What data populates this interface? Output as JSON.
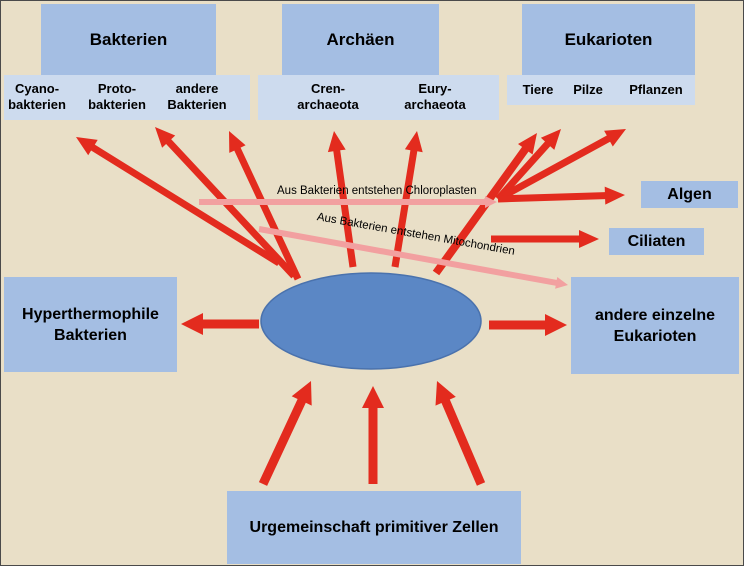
{
  "groups": {
    "bakterien": {
      "title": "Bakterien",
      "items": [
        [
          "Cyano-",
          "bakterien"
        ],
        [
          "Proto-",
          "bakterien"
        ],
        [
          "andere",
          "Bakterien"
        ]
      ]
    },
    "archaeen": {
      "title": "Archäen",
      "items": [
        [
          "Cren-",
          "archaeota"
        ],
        [
          "Eury-",
          "archaeota"
        ]
      ]
    },
    "eukarioten": {
      "title": "Eukarioten",
      "items": [
        [
          "Tiere"
        ],
        [
          "Pilze"
        ],
        [
          "Pflanzen"
        ]
      ]
    }
  },
  "branches": {
    "algen": "Algen",
    "ciliaten": "Ciliaten",
    "hyperthermophile": [
      "Hyperthermophile",
      "Bakterien"
    ],
    "andere_eukarioten": [
      "andere einzelne",
      "Eukarioten"
    ],
    "urgemeinschaft": "Urgemeinschaft primitiver Zellen"
  },
  "transfers": {
    "chloroplasten": "Aus Bakterien entstehen Chloroplasten",
    "mitochondrien": "Aus Bakterien entstehen Mitochondrien"
  },
  "colors": {
    "background": "#e9dfc7",
    "box": "#a4bee3",
    "sub_box": "#cddbee",
    "arrow": "#e32b1e",
    "transfer_arrow": "#f2a0a0",
    "ellipse": "#5b87c5"
  }
}
